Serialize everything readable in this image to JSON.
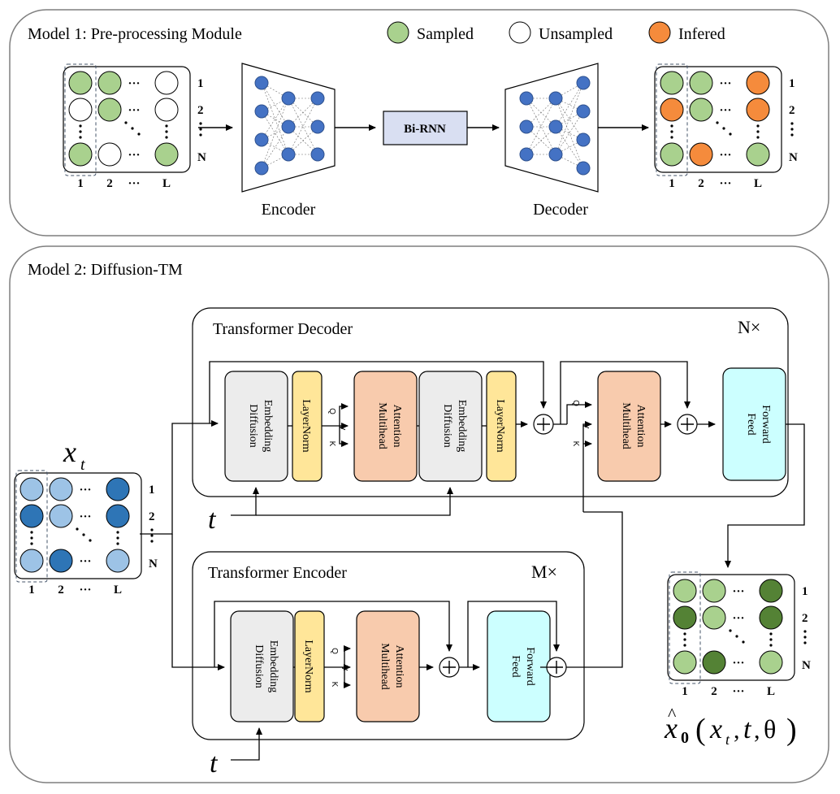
{
  "model1": {
    "title": "Model 1: Pre-processing Module",
    "legend": [
      {
        "label": "Sampled",
        "color": "#a9d18e"
      },
      {
        "label": "Unsampled",
        "color": "#ffffff"
      },
      {
        "label": "Infered",
        "color": "#f58b3c"
      }
    ],
    "encoder_label": "Encoder",
    "decoder_label": "Decoder",
    "birnn_label": "Bi-RNN"
  },
  "model2": {
    "title": "Model 2: Diffusion-TM",
    "decoder_title": "Transformer Decoder",
    "decoder_repeat": "N×",
    "encoder_title": "Transformer Encoder",
    "encoder_repeat": "M×",
    "blocks": {
      "diffusion_embedding": [
        "Diffusion",
        "Embedding"
      ],
      "layernorm": "LayerNorm",
      "multihead_attention": [
        "Multihead",
        "Attention"
      ],
      "feed_forward": [
        "Feed",
        "Forward"
      ]
    },
    "qkv": {
      "q": "Q",
      "k": "K",
      "v": "V"
    },
    "t_label": "t",
    "xt_label": "x",
    "xt_sub": "t",
    "output_label": {
      "hat": "x",
      "sub": "0",
      "args": [
        "x",
        "t",
        "t",
        "θ"
      ]
    }
  },
  "matrix_labels": {
    "rows": [
      "1",
      "2",
      "N"
    ],
    "cols": [
      "1",
      "2",
      "L"
    ],
    "dots_h": "···"
  },
  "colors": {
    "frame": "#7f7f7f",
    "diffusion_embedding": "#ececec",
    "layernorm": "#ffe699",
    "attention": "#f8cbad",
    "feed_forward": "#ccffff",
    "birnn": "#d9dff2",
    "neuron": "#4472c4",
    "sampled": "#a9d18e",
    "infered": "#f58b3c",
    "light_blue": "#9dc3e6",
    "dark_blue": "#2e75b6",
    "light_green": "#a9d18e",
    "dark_green": "#548235"
  }
}
